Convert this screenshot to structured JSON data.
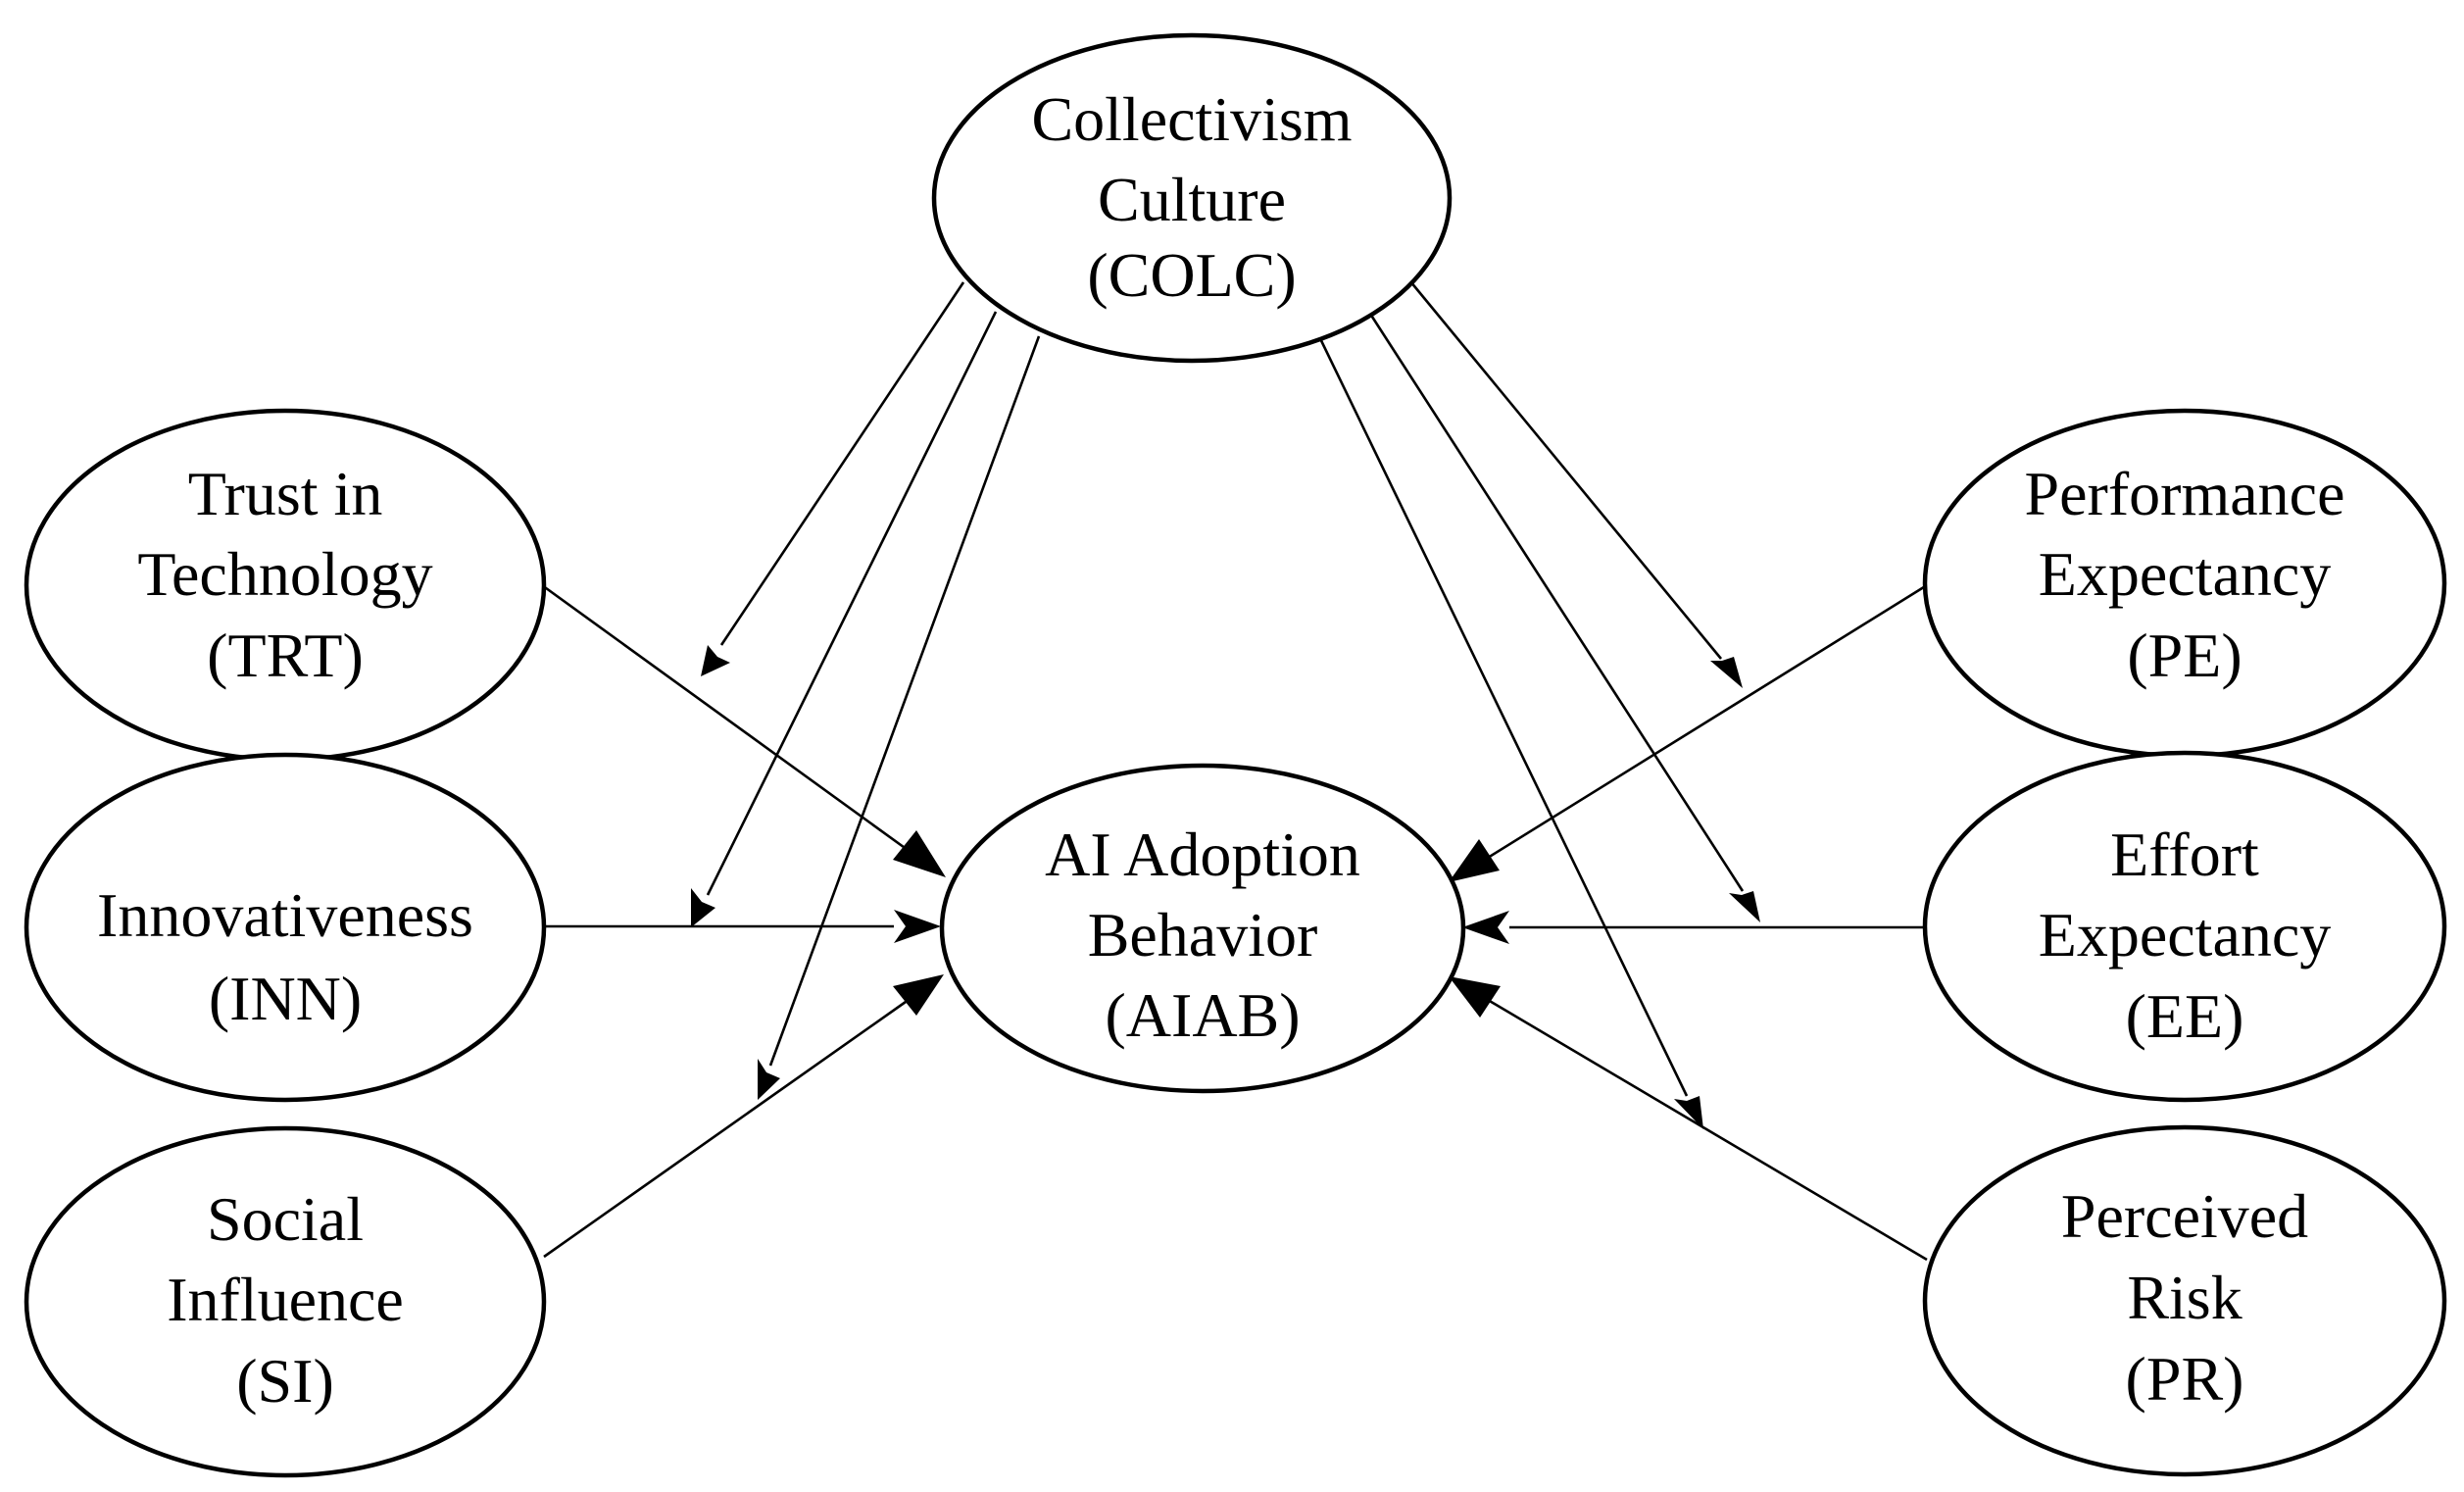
{
  "nodes": [
    {
      "id": "colc",
      "lines": [
        "Collectivism",
        "Culture",
        "(COLC)"
      ]
    },
    {
      "id": "trt",
      "lines": [
        "Trust in",
        "Technology",
        "(TRT)"
      ]
    },
    {
      "id": "inn",
      "lines": [
        "Innovativeness",
        "(INN)"
      ]
    },
    {
      "id": "si",
      "lines": [
        "Social",
        "Influence",
        "(SI)"
      ]
    },
    {
      "id": "aiab",
      "lines": [
        "AI Adoption",
        "Behavior",
        "(AIAB)"
      ]
    },
    {
      "id": "pe",
      "lines": [
        "Performance",
        "Expectancy",
        "(PE)"
      ]
    },
    {
      "id": "ee",
      "lines": [
        "Effort",
        "Expectancy",
        "(EE)"
      ]
    },
    {
      "id": "pr",
      "lines": [
        "Perceived",
        "Risk",
        "(PR)"
      ]
    }
  ],
  "direct_paths": [
    {
      "from": "trt",
      "to": "aiab"
    },
    {
      "from": "inn",
      "to": "aiab"
    },
    {
      "from": "si",
      "to": "aiab"
    },
    {
      "from": "pe",
      "to": "aiab"
    },
    {
      "from": "ee",
      "to": "aiab"
    },
    {
      "from": "pr",
      "to": "aiab"
    }
  ],
  "moderating_paths": [
    {
      "from": "colc",
      "moderates": "trt->aiab"
    },
    {
      "from": "colc",
      "moderates": "inn->aiab"
    },
    {
      "from": "colc",
      "moderates": "si->aiab"
    },
    {
      "from": "colc",
      "moderates": "pe->aiab"
    },
    {
      "from": "colc",
      "moderates": "ee->aiab"
    },
    {
      "from": "colc",
      "moderates": "pr->aiab"
    }
  ]
}
